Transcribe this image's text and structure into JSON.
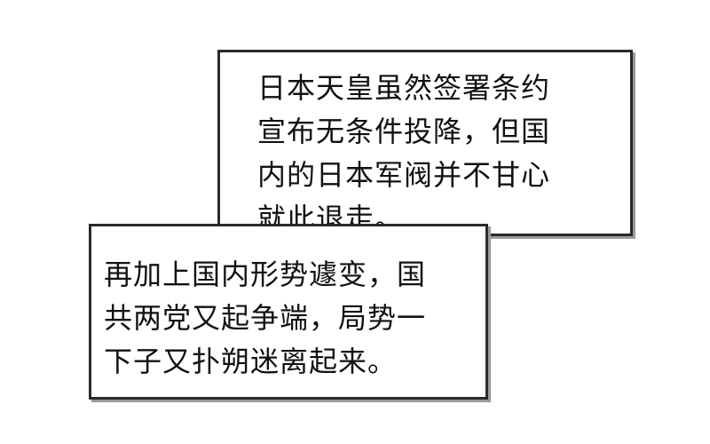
{
  "panels": {
    "top_caption": {
      "lines": [
        "日本天皇虽然签署条约",
        "宣布无条件投降，但国",
        "内的日本军阀并不甘心",
        "就此退走。"
      ]
    },
    "bottom_caption": {
      "lines": [
        "再加上国内形势遽变，国",
        "共两党又起争端，局势一",
        "下子又扑朔迷离起来。"
      ]
    }
  }
}
